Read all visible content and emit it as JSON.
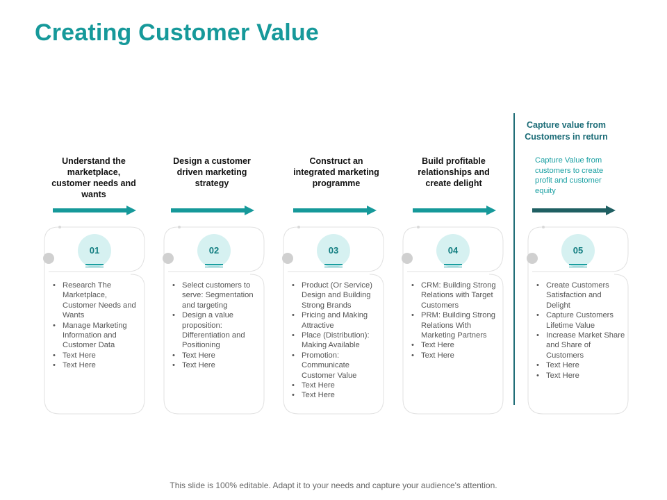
{
  "title": "Creating Customer Value",
  "capture": {
    "title": "Capture value from Customers in return",
    "subtitle": "Capture Value from customers to create profit and customer equity"
  },
  "steps": [
    {
      "heading": "Understand the marketplace, customer needs and wants",
      "number": "01",
      "bullets": [
        "Research The Marketplace, Customer Needs and Wants",
        "Manage Marketing Information and Customer Data",
        "Text Here",
        "Text Here"
      ]
    },
    {
      "heading": "Design a customer driven marketing strategy",
      "number": "02",
      "bullets": [
        "Select customers to serve: Segmentation and targeting",
        "Design a value proposition: Differentiation and Positioning",
        "Text Here",
        "Text Here"
      ]
    },
    {
      "heading": "Construct an integrated marketing programme",
      "number": "03",
      "bullets": [
        "Product (Or Service) Design and Building Strong Brands",
        "Pricing and Making Attractive",
        "Place (Distribution): Making Available",
        "Promotion: Communicate Customer Value",
        "Text Here",
        "Text Here"
      ]
    },
    {
      "heading": "Build profitable relationships and create delight",
      "number": "04",
      "bullets": [
        "CRM: Building Strong Relations with Target Customers",
        "PRM: Building Strong Relations With Marketing Partners",
        "Text Here",
        "Text Here"
      ]
    },
    {
      "heading": "",
      "number": "05",
      "bullets": [
        "Create Customers Satisfaction and Delight",
        "Capture Customers Lifetime Value",
        "Increase Market Share and Share of Customers",
        "Text Here",
        "Text Here"
      ]
    }
  ],
  "footer": "This slide is 100% editable. Adapt it to your needs and capture your audience's attention.",
  "colors": {
    "teal": "#16999a",
    "dark_teal": "#1f5f62",
    "bulb": "#d6f1f1"
  },
  "icons": [
    "arrow-right-icon",
    "lightbulb-icon"
  ]
}
